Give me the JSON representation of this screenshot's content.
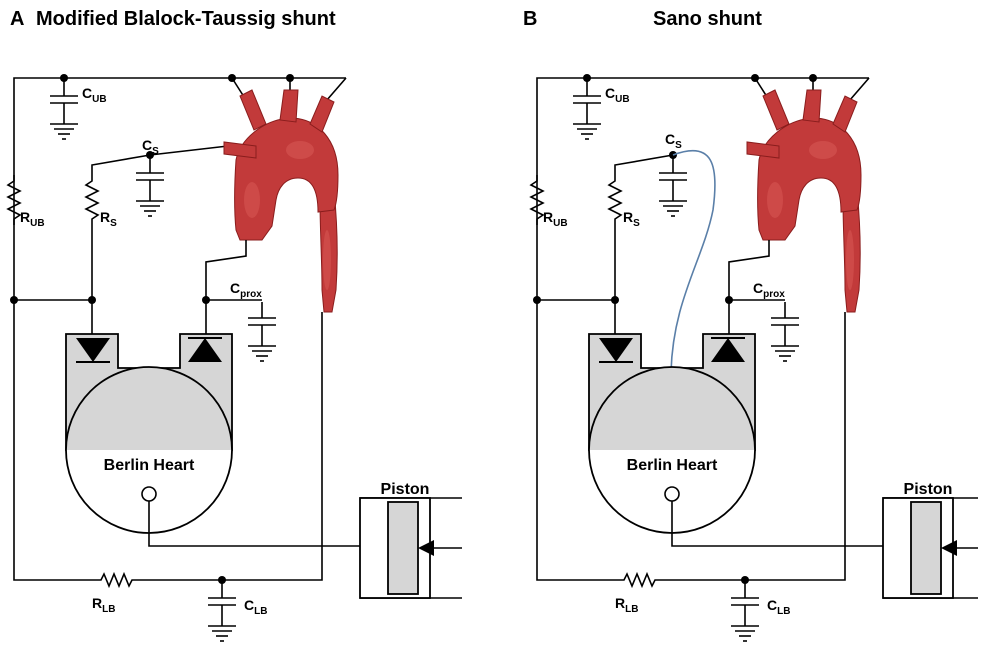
{
  "panels": [
    {
      "letter": "A",
      "title": "Modified Blalock-Taussig shunt",
      "labels": {
        "c_ub": {
          "main": "C",
          "sub": "UB"
        },
        "c_s": {
          "main": "C",
          "sub": "S"
        },
        "r_ub": {
          "main": "R",
          "sub": "UB"
        },
        "r_s": {
          "main": "R",
          "sub": "S"
        },
        "c_prox": {
          "main": "C",
          "sub": "prox"
        },
        "r_lb": {
          "main": "R",
          "sub": "LB"
        },
        "c_lb": {
          "main": "C",
          "sub": "LB"
        },
        "heart": "Berlin Heart",
        "piston": "Piston"
      }
    },
    {
      "letter": "B",
      "title": "Sano shunt",
      "labels": {
        "c_ub": {
          "main": "C",
          "sub": "UB"
        },
        "c_s": {
          "main": "C",
          "sub": "S"
        },
        "r_ub": {
          "main": "R",
          "sub": "UB"
        },
        "r_s": {
          "main": "R",
          "sub": "S"
        },
        "c_prox": {
          "main": "C",
          "sub": "prox"
        },
        "r_lb": {
          "main": "R",
          "sub": "LB"
        },
        "c_lb": {
          "main": "C",
          "sub": "LB"
        },
        "heart": "Berlin Heart",
        "piston": "Piston"
      }
    }
  ],
  "colors": {
    "vessel": "#c23a3a",
    "chamber": "#d6d6d6",
    "sano_conduit": "#5a7fa8"
  }
}
